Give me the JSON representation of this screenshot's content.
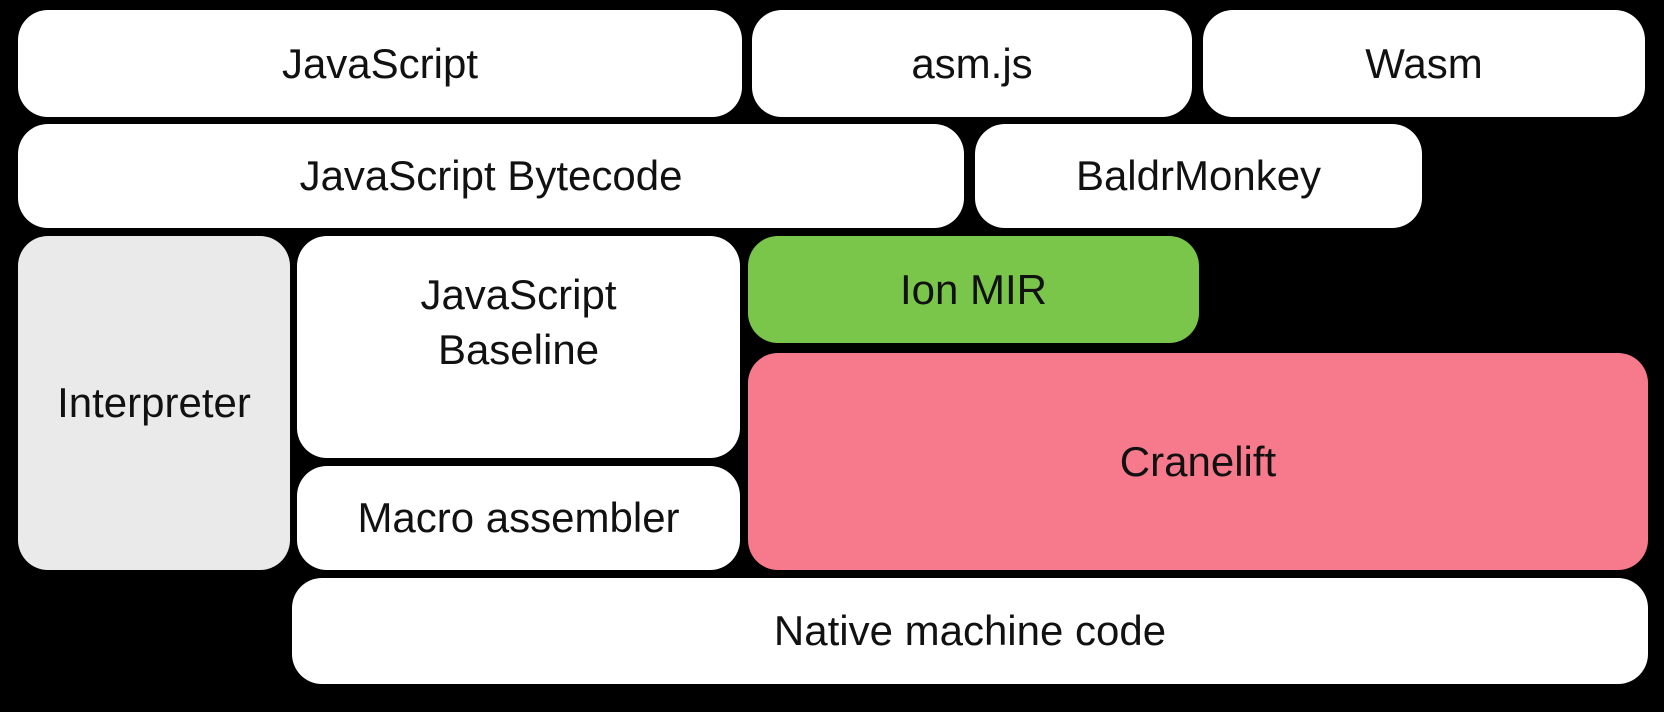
{
  "diagram": {
    "background_color": "#000000",
    "text_color": "#111111",
    "box_colors": {
      "default": "#ffffff",
      "interpreter_gray": "#eaeaea",
      "ion_mir_green": "#7ac64a",
      "cranelift_pink": "#f67a8b"
    },
    "boxes": {
      "javascript": {
        "label": "JavaScript",
        "color": "#ffffff"
      },
      "asmjs": {
        "label": "asm.js",
        "color": "#ffffff"
      },
      "wasm": {
        "label": "Wasm",
        "color": "#ffffff"
      },
      "bytecode": {
        "label": "JavaScript Bytecode",
        "color": "#ffffff"
      },
      "baldrmonkey": {
        "label": "BaldrMonkey",
        "color": "#ffffff"
      },
      "interpreter": {
        "label": "Interpreter",
        "color": "#eaeaea"
      },
      "baseline": {
        "label": "JavaScript\nBaseline",
        "color": "#ffffff"
      },
      "ion_mir": {
        "label": "Ion MIR",
        "color": "#7ac64a"
      },
      "cranelift": {
        "label": "Cranelift",
        "color": "#f67a8b"
      },
      "macro_assembler": {
        "label": "Macro assembler",
        "color": "#ffffff"
      },
      "native": {
        "label": "Native machine code",
        "color": "#ffffff"
      }
    }
  }
}
